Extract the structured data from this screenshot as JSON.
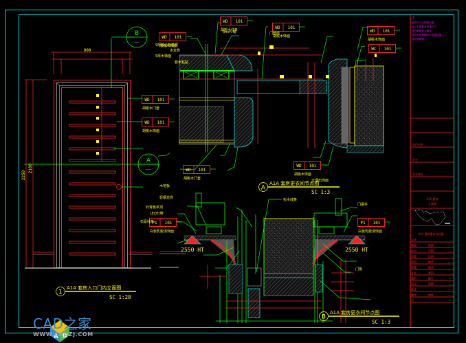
{
  "drawing": {
    "colors": {
      "background": "#000000",
      "border": "#00e0e0",
      "outline": "#ff2020",
      "leader": "#00ff00",
      "text": "#ffff00",
      "notes": "#ff00ff",
      "hatch": "#9a9a9a"
    },
    "views": [
      {
        "id": "1",
        "title": "A1A 套房入口门内立面图",
        "scale": "SC 1:20"
      },
      {
        "id": "A",
        "title": "A1A 套房更衣间节点图",
        "scale": "SC 1:3"
      },
      {
        "id": "B",
        "title": "A1A 套房更衣间节点图",
        "scale": "SC 1:3"
      }
    ],
    "section_markers": [
      {
        "letter": "B",
        "sub": "—"
      },
      {
        "letter": "A",
        "sub": "—"
      }
    ],
    "material_tags": [
      {
        "code": "WD",
        "num": "101",
        "note": "胡桃木饰面"
      },
      {
        "code": "WD",
        "num": "101",
        "note": "胡桃木线条"
      },
      {
        "code": "WD",
        "num": "101",
        "note": "胡桃木饰面"
      },
      {
        "code": "WD",
        "num": "101",
        "note": "胡桃木门套"
      },
      {
        "code": "WD",
        "num": "101",
        "note": "胡桃木饰面"
      },
      {
        "code": "WD",
        "num": "101",
        "note": "胡桃木门套"
      },
      {
        "code": "WD",
        "num": "101",
        "note": "胡桃木饰面"
      },
      {
        "code": "WC",
        "num": "101",
        "note": ""
      },
      {
        "code": "WD",
        "num": "101",
        "note": "胡桃木饰面"
      },
      {
        "code": "WD",
        "num": "101",
        "note": "胡桃木饰面"
      },
      {
        "code": "P1",
        "num": "101",
        "note": "白色乳胶漆饰面"
      },
      {
        "code": "P1",
        "num": "101",
        "note": "白色乳胶漆饰面"
      }
    ],
    "elevations": [
      {
        "label": "2550 HT"
      },
      {
        "label": "2550 HT"
      }
    ],
    "dimensions": {
      "door_width": "900",
      "overall_height": "2250",
      "door_height": "2100"
    },
    "annotations": [
      "9厚胶合板基层",
      "木龙骨",
      "5厚木饰面",
      "胶水粘贴",
      "3mm 缝",
      "门套线",
      "石膏板吊顶",
      "LED灯带",
      "石膏线条",
      "轻钢龙骨",
      "实木线条",
      "门把手",
      "门吸",
      "大理石饰面",
      "木地板"
    ],
    "notes": {
      "title": "注：",
      "lines": [
        "图中尺寸以现场为准",
        "施工前请核对现场尺寸",
        "材料需经业主确认",
        "所有木作需做防火防腐处理",
        "详见材料表"
      ]
    },
    "title_block": {
      "project": "项目名称",
      "client": "业主",
      "designer": "设计单位",
      "drawing_name": "A1A 套房",
      "drawing_sub": "立面图",
      "keyplan_label": "索引平面",
      "sheet_title": "A1A 套房更衣间详图",
      "rows": [
        {
          "left": "设计",
          "mid": "",
          "right": "---"
        },
        {
          "left": "制图",
          "mid": "审核",
          "right": "--- --"
        },
        {
          "left": "校对",
          "mid": "日期",
          "right": "---"
        },
        {
          "left": "审定",
          "mid": "比例",
          "right": "--"
        },
        {
          "left": "项目",
          "mid": "图号",
          "right": "-- --"
        },
        {
          "left": "阶段",
          "mid": "版本",
          "right": "--"
        },
        {
          "left": "专业",
          "mid": "室内",
          "right": "--"
        },
        {
          "left": "图别",
          "mid": "施工",
          "right": "----"
        },
        {
          "left": "页次",
          "mid": "张数",
          "right": "-- --"
        },
        {
          "left": "备注",
          "mid": "",
          "right": "-- --"
        },
        {
          "left": "编号",
          "mid": "图纸",
          "right": "--- --"
        },
        {
          "left": "号",
          "mid": "",
          "right": "-----"
        }
      ]
    }
  },
  "watermark": {
    "brand": "CAD之家",
    "url": "WWW.CADZJ.COM"
  }
}
